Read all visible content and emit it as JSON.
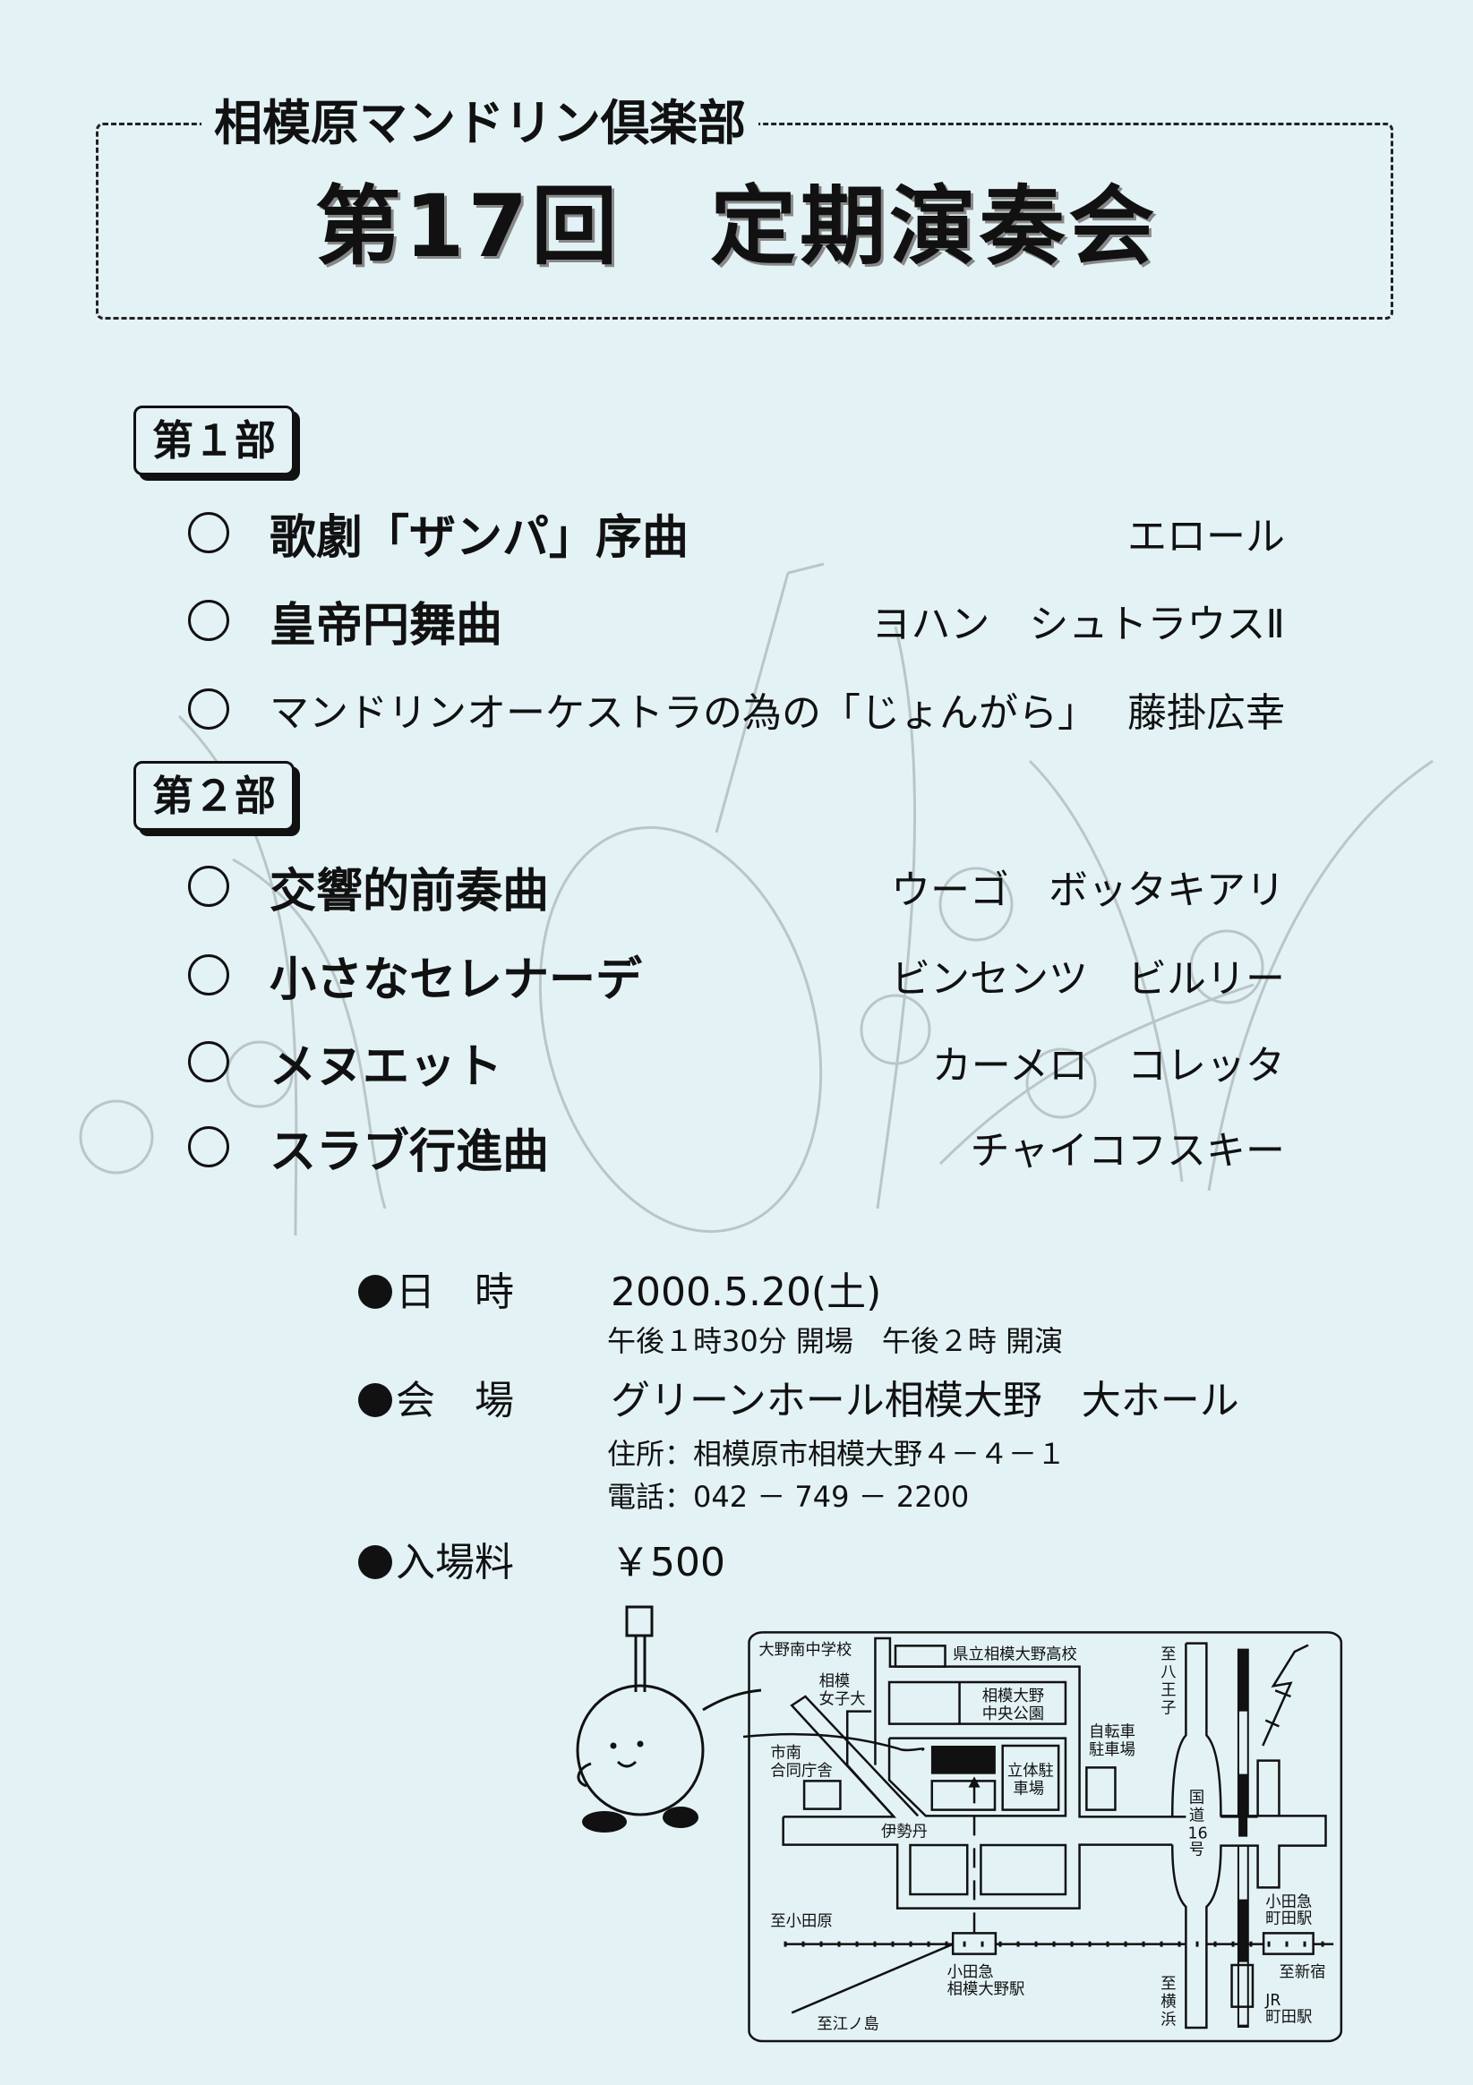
{
  "header": {
    "organization": "相模原マンドリン倶楽部",
    "title": "第17回　定期演奏会"
  },
  "program": {
    "parts": [
      {
        "label": "第１部",
        "pieces": [
          {
            "title": "歌劇「ザンパ」序曲",
            "composer": "エロール"
          },
          {
            "title": "皇帝円舞曲",
            "composer": "ヨハン　シュトラウスⅡ"
          },
          {
            "title": "マンドリンオーケストラの為の「じょんがら」",
            "composer": "藤掛広幸"
          }
        ]
      },
      {
        "label": "第２部",
        "pieces": [
          {
            "title": "交響的前奏曲",
            "composer": "ウーゴ　ボッタキアリ"
          },
          {
            "title": "小さなセレナーデ",
            "composer": "ビンセンツ　ビルリー"
          },
          {
            "title": "メヌエット",
            "composer": "カーメロ　コレッタ"
          },
          {
            "title": "スラブ行進曲",
            "composer": "チャイコフスキー"
          }
        ]
      }
    ]
  },
  "info": {
    "date_label": "日　時",
    "date_value": "2000.5.20(土)",
    "time_detail": "午後１時30分 開場　午後２時 開演",
    "venue_label": "会　場",
    "venue_value": "グリーンホール相模大野　大ホール",
    "address": "住所：相模原市相模大野４－４－１",
    "phone": "電話：042 － 749 － 2200",
    "fee_label": "入場料",
    "fee_value": "￥500"
  },
  "map": {
    "labels": {
      "ono_minami_jhs": "大野南中学校",
      "kenritsu_hs": "県立相模大野高校",
      "joshidai_1": "相模",
      "joshidai_2": "女子大",
      "park_1": "相模大野",
      "park_2": "中央公園",
      "bike_1": "自転車",
      "bike_2": "駐車場",
      "hachioji_1": "至",
      "hachioji_2": "八",
      "hachioji_3": "王",
      "hachioji_4": "子",
      "gov_1": "市南",
      "gov_2": "合同庁舎",
      "parking_1": "立体駐",
      "parking_2": "車場",
      "isetan": "伊勢丹",
      "route16_1": "国",
      "route16_2": "道",
      "route16_3": "16",
      "route16_4": "号",
      "odawara": "至小田原",
      "machida_ody_1": "小田急",
      "machida_ody_2": "町田駅",
      "shinjuku": "至新宿",
      "sagamiono_1": "小田急",
      "sagamiono_2": "相模大野駅",
      "yokohama_1": "至",
      "yokohama_2": "横",
      "yokohama_3": "浜",
      "jr_1": "JR",
      "jr_2": "町田駅",
      "enoshima": "至江ノ島"
    }
  }
}
